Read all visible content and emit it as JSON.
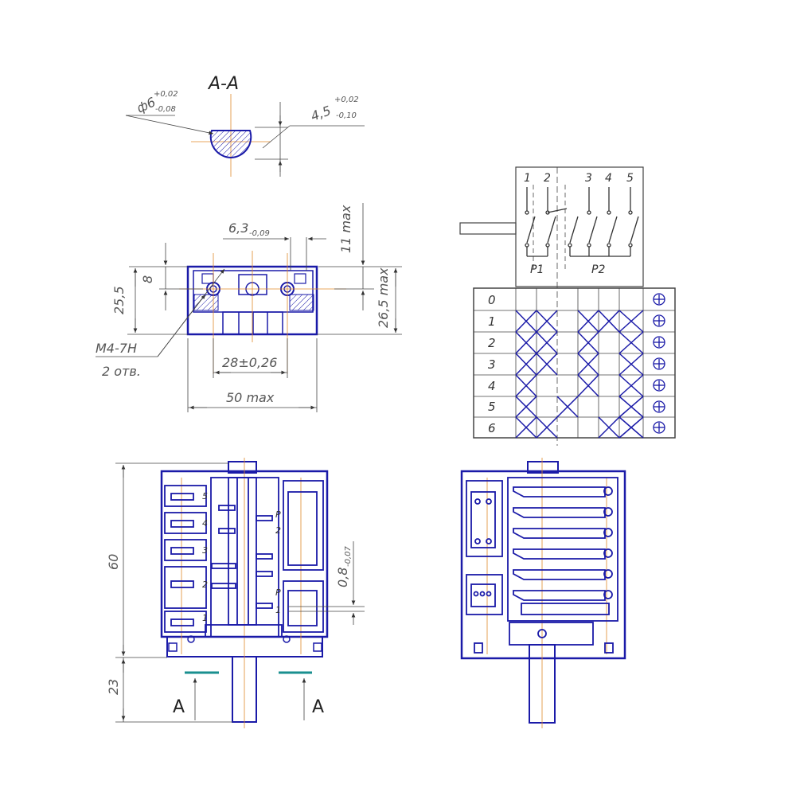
{
  "section_view": {
    "title": "A-A",
    "diameter_dim": "ф6",
    "diameter_tol_upper": "+0,02",
    "diameter_tol_lower": "-0,08",
    "flat_dim": "4,5",
    "flat_tol_upper": "+0,02",
    "flat_tol_lower": "-0,10"
  },
  "top_view": {
    "dim_63": "6,3",
    "dim_63_tol": "-0,09",
    "dim_11max": "11 max",
    "dim_8": "8",
    "dim_255": "25,5",
    "dim_265max": "26,5 max",
    "thread_label": "M4-7H",
    "holes_label": "2 отв.",
    "dim_28": "28±0,26",
    "dim_50max": "50 max"
  },
  "schematic": {
    "terminals": [
      "1",
      "2",
      "3",
      "4",
      "5"
    ],
    "groups": [
      "P1",
      "P2"
    ]
  },
  "switching_table": {
    "positions": [
      "0",
      "1",
      "2",
      "3",
      "4",
      "5",
      "6"
    ]
  },
  "front_view": {
    "dim_60": "60",
    "dim_23": "23",
    "dim_08": "0,8",
    "dim_08_tol": "-0,07",
    "section_mark": "A",
    "left_labels": [
      "5",
      "4",
      "3",
      "2",
      "1"
    ],
    "p2_label": "P",
    "p2_num": "2",
    "p1_label": "P",
    "p1_num": "1"
  }
}
